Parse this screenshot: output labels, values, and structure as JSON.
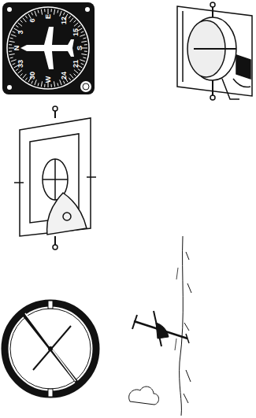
{
  "diagram": {
    "labels": [
      "N",
      "3",
      "6",
      "E",
      "12",
      "15",
      "S",
      "21",
      "24",
      "W",
      "30",
      "33"
    ]
  }
}
